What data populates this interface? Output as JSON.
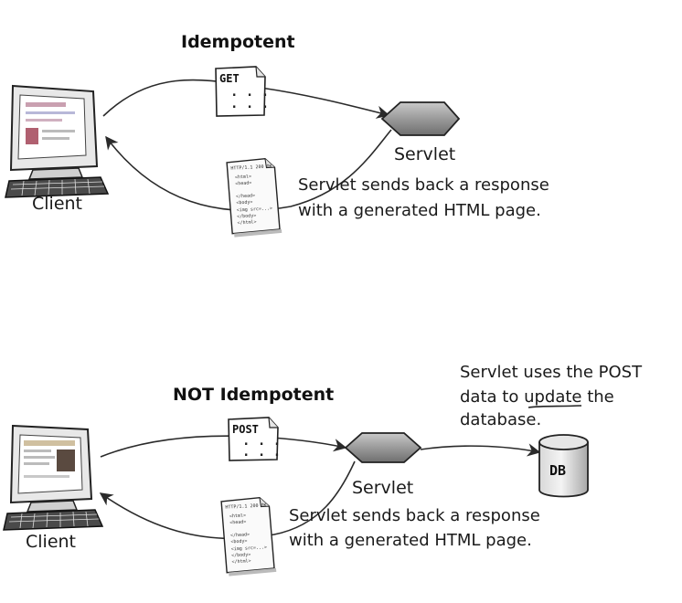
{
  "top": {
    "title": "Idempotent",
    "request_label": "GET",
    "request_dots": ". . .",
    "client_label": "Client",
    "servlet_label": "Servlet",
    "response_line1": "Servlet sends back a response",
    "response_line2": "with a generated HTML  page.",
    "doc_header": "HTTP/1.1 200 OK",
    "doc_lines": [
      "<html>",
      "<head>",
      "",
      "</head>",
      "<body>",
      "<img src=...>",
      "</body>",
      "</html>"
    ]
  },
  "bottom": {
    "title": "NOT Idempotent",
    "request_label": "POST",
    "request_dots": ". . .",
    "client_label": "Client",
    "servlet_label": "Servlet",
    "db_label": "DB",
    "note_line1": "Servlet uses the POST",
    "note_line2_pre": "data to ",
    "note_line2_underlined": "update",
    "note_line2_post": " the",
    "note_line3": "database.",
    "response_line1": "Servlet sends back a response",
    "response_line2": "with a generated HTML  page.",
    "doc_header": "HTTP/1.1 200 OK",
    "doc_lines": [
      "<html>",
      "<head>",
      "",
      "</head>",
      "<body>",
      "<img src=...>",
      "</body>",
      "</html>"
    ]
  }
}
